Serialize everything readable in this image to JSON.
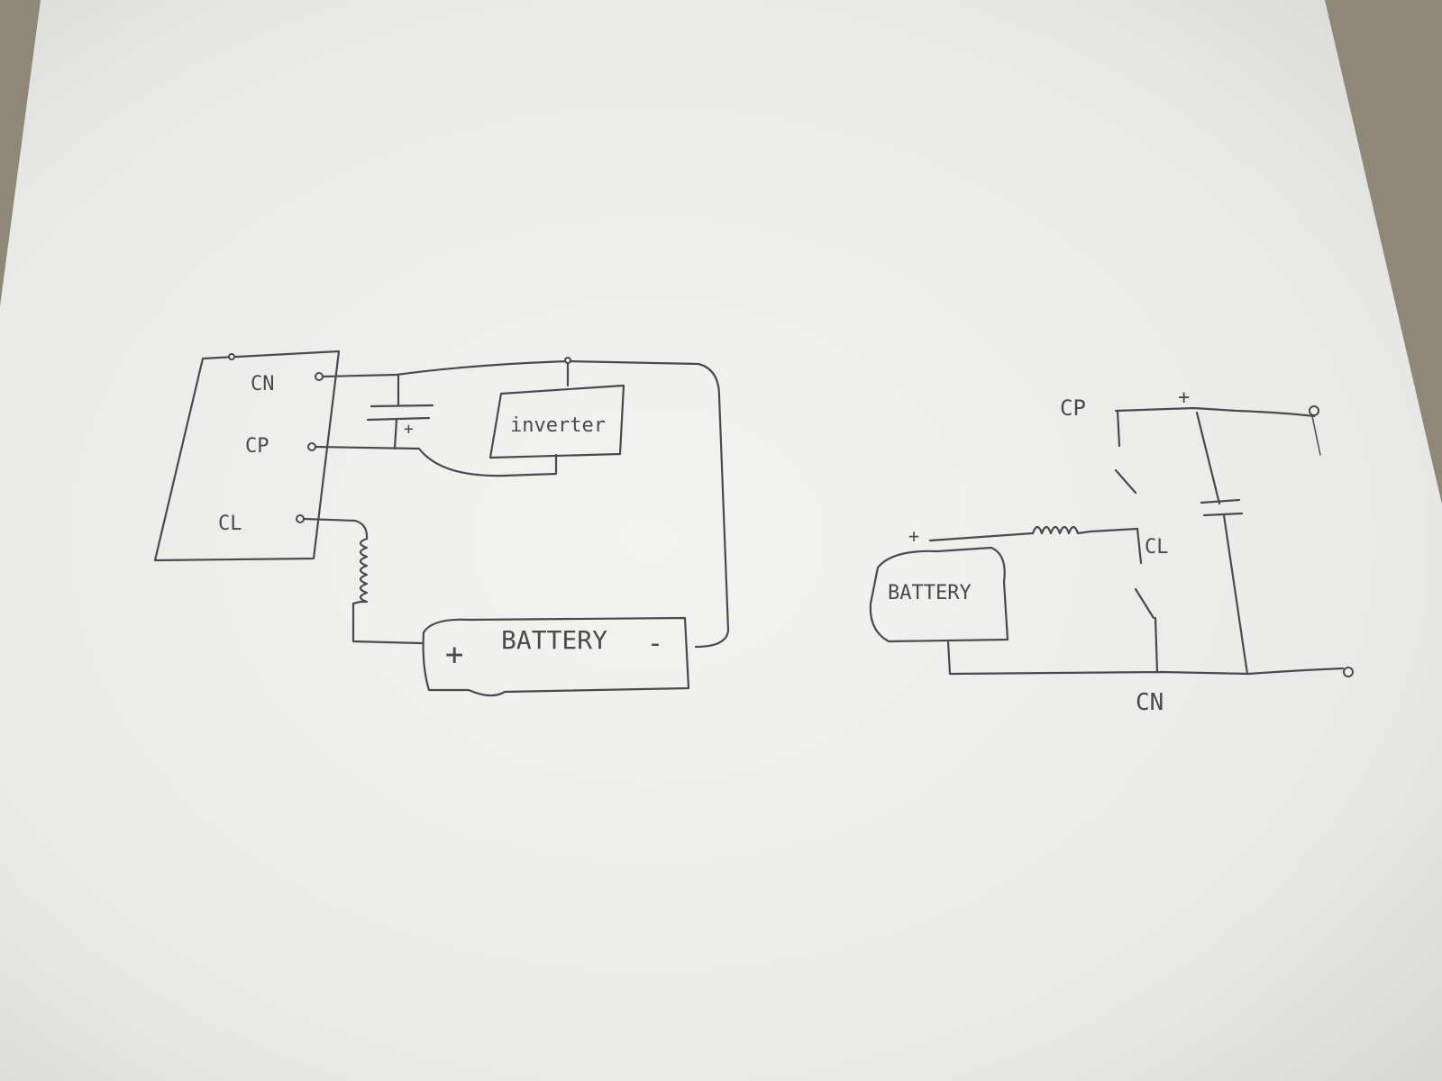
{
  "left_circuit": {
    "terminals": {
      "cn": "CN",
      "cp": "CP",
      "cl": "CL"
    },
    "capacitor_polarity": "+",
    "inverter_label": "inverter",
    "battery": {
      "plus": "+",
      "label": "BATTERY",
      "minus": "-"
    }
  },
  "right_circuit": {
    "cp_label": "CP",
    "top_plus": "+",
    "cl_label": "CL",
    "battery_plus": "+",
    "battery_label": "BATTERY",
    "cn_label": "CN"
  },
  "colors": {
    "paper": "#f2f2f0",
    "ink": "#4a4a4a",
    "background": "#8f8778"
  }
}
